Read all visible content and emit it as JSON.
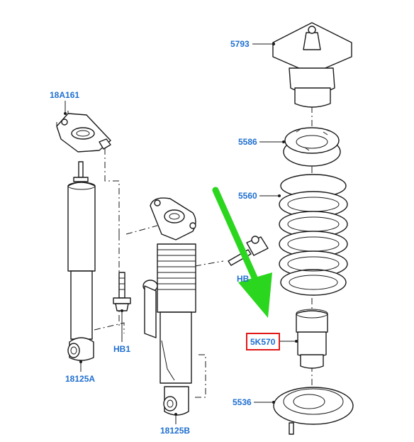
{
  "labels": {
    "top_mount_upper": "5793",
    "top_mount_left": "18A161",
    "spring_seat_upper": "5586",
    "coil_spring": "5560",
    "bolt_hb_right": "HB",
    "bump_stop": "5K570",
    "bolt_hb1": "HB1",
    "shock_left": "18125A",
    "shock_right": "18125B",
    "lower_seat": "5536"
  },
  "colors": {
    "callout_text": "#1f6fd0",
    "line": "#1a1a1a",
    "arrow": "#2bd61f",
    "highlight_box": "#e01818"
  },
  "annotations": {
    "highlighted_part": "5K570",
    "arrow_icon": "green-pointer-arrow-icon"
  }
}
